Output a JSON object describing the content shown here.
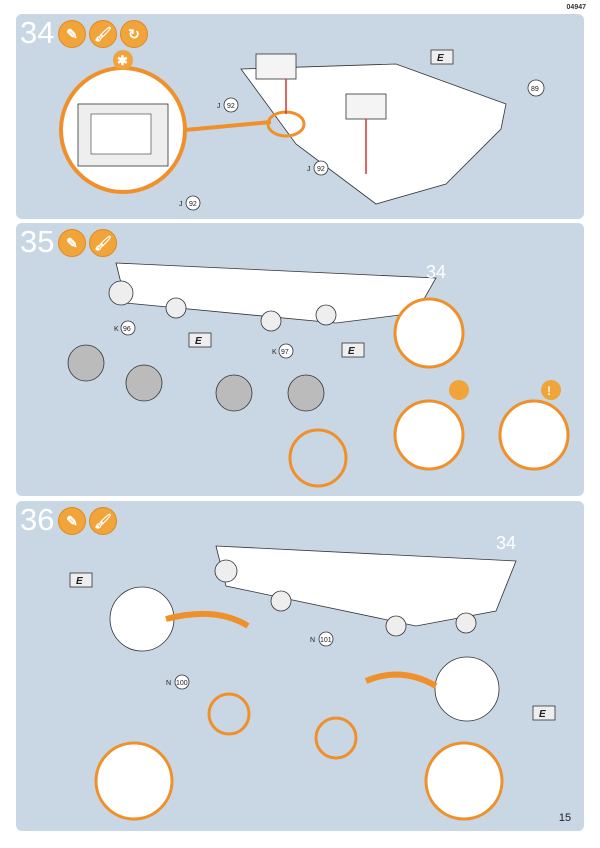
{
  "doc_code": "04947",
  "page_number": "15",
  "steps": [
    {
      "number": "34",
      "icons": [
        "glue-icon",
        "paint-brush-icon",
        "rotate-icon"
      ],
      "callouts": {
        "part_j_1": "92",
        "part_j_2": "92",
        "part_j_3": "92",
        "part_89": "89",
        "letter_j": "J",
        "decal": "E"
      }
    },
    {
      "number": "35",
      "icons": [
        "glue-icon",
        "paint-brush-icon"
      ],
      "callouts": {
        "part_k_1": "96",
        "part_k_2": "97",
        "letter_k": "K",
        "ref": "34",
        "decal": "E"
      }
    },
    {
      "number": "36",
      "icons": [
        "glue-icon",
        "paint-brush-icon"
      ],
      "callouts": {
        "part_n_1": "100",
        "part_n_2": "101",
        "letter_n": "N",
        "ref": "34",
        "decal": "E"
      }
    }
  ],
  "colors": {
    "panel": "#c9d6e4",
    "accent": "#f0902a",
    "arrow_red": "#d9332b"
  }
}
